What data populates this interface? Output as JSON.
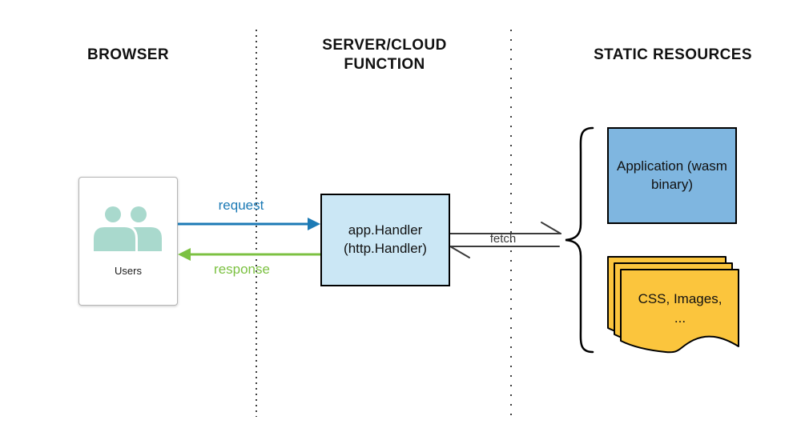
{
  "title_row": {
    "browser": "BROWSER",
    "server": "SERVER/CLOUD FUNCTION",
    "static": "STATIC RESOURCES"
  },
  "browser_lane": {
    "users_card": {
      "icon": "people-icon",
      "label": "Users"
    }
  },
  "server_lane": {
    "handler_box": {
      "line1": "app.Handler",
      "line2": "(http.Handler)"
    }
  },
  "static_lane": {
    "application_box": {
      "label": "Application (wasm binary)"
    },
    "documents_stack": {
      "line1": "CSS, Images,",
      "line2": "..."
    }
  },
  "arrows": {
    "request_label": "request",
    "response_label": "response",
    "fetch_label": "fetch"
  },
  "colors": {
    "request_blue": "#1c7ab5",
    "response_green": "#7cc142",
    "fetch_gray": "#3a3a3a",
    "handler_fill": "#cbe7f5",
    "application_fill": "#7fb6e0",
    "document_fill": "#fbc53d",
    "users_icon_teal": "#a9d9cd",
    "outline_black": "#000000"
  }
}
